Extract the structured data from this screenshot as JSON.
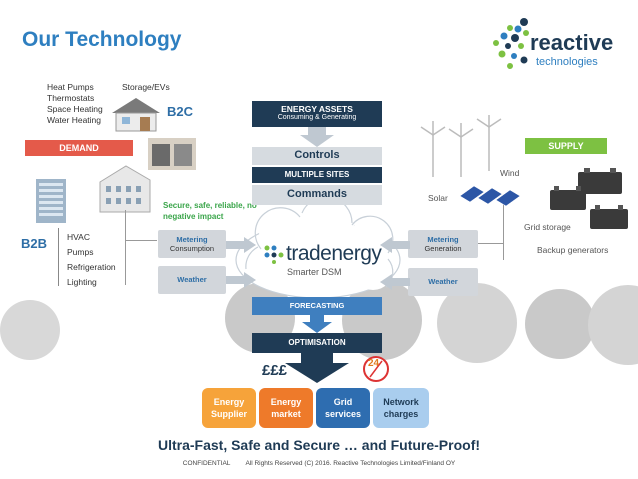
{
  "title": "Our Technology",
  "logo": {
    "line1": "reactive",
    "line2": "technologies"
  },
  "b2c": {
    "labels": [
      "Heat Pumps",
      "Thermostats",
      "Space Heating",
      "Water Heating"
    ],
    "storage": "Storage/EVs",
    "tag": "B2C"
  },
  "demand_label": "DEMAND",
  "supply_label": "SUPPLY",
  "b2b": {
    "tag": "B2B",
    "labels": [
      "HVAC",
      "Pumps",
      "Refrigeration",
      "Lighting"
    ]
  },
  "secure_note": "Secure, safe, reliable, no negative impact",
  "energy_assets": {
    "title": "ENERGY ASSETS",
    "subtitle": "Consuming & Generating"
  },
  "controls": "Controls",
  "multiple_sites": "MULTIPLE SITES",
  "commands": "Commands",
  "metering_left": {
    "title": "Metering",
    "subtitle": "Consumption"
  },
  "weather_left": "Weather",
  "metering_right": {
    "title": "Metering",
    "subtitle": "Generation"
  },
  "weather_right": "Weather",
  "brand": {
    "name": "tradenergy",
    "tagline": "Smarter DSM"
  },
  "forecasting": "FORECASTING",
  "optimisation": "OPTIMISATION",
  "money": "£££",
  "badge_number": "24",
  "supply_items": {
    "wind": "Wind",
    "solar": "Solar",
    "grid_storage": "Grid storage",
    "backup": "Backup generators"
  },
  "tiles": [
    {
      "label": "Energy Supplier",
      "color": "#f6a33a"
    },
    {
      "label": "Energy market",
      "color": "#ee7a2a"
    },
    {
      "label": "Grid services",
      "color": "#2e6db0"
    },
    {
      "label": "Network charges",
      "color": "#a9cdee"
    }
  ],
  "tagline": "Ultra-Fast, Safe and Secure … and Future-Proof!",
  "footer": {
    "confidential": "CONFIDENTIAL",
    "rights": "All Rights Reserved (C) 2016. Reactive Technologies Limited/Finland OY"
  },
  "colors": {
    "title": "#2e7fc0",
    "demand_red": "#e45a4a",
    "supply_green": "#7dc142",
    "navy": "#1f3b55",
    "forecast_blue": "#3f7fbf",
    "green_note": "#3aa54a"
  }
}
